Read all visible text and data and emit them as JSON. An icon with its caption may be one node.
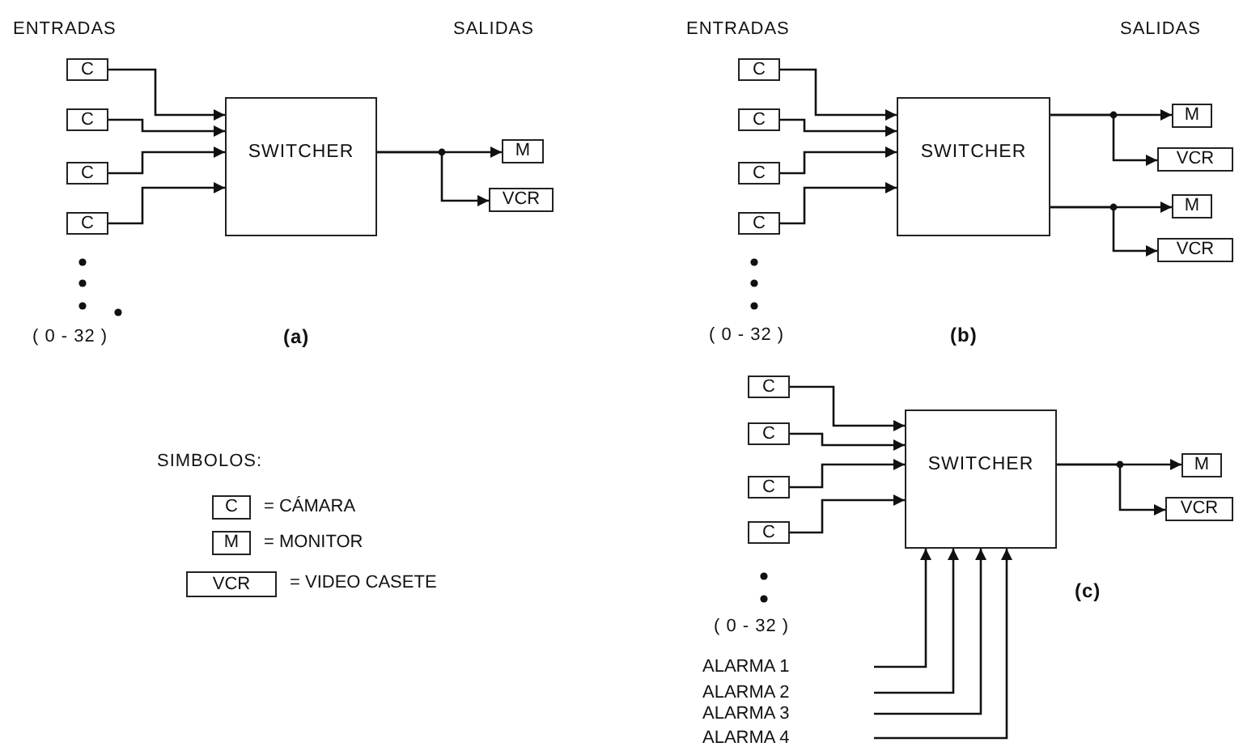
{
  "diagram": {
    "nodes": [
      {
        "text": [
          "C"
        ]
      },
      {
        "text": [
          "C"
        ]
      },
      {
        "text": [
          "C"
        ]
      },
      {
        "text": [
          "C"
        ]
      },
      {
        "text": [
          "SWITCHER"
        ]
      },
      {
        "text": [
          "M"
        ]
      },
      {
        "text": [
          "VCR"
        ]
      },
      {
        "text": [
          "C"
        ]
      },
      {
        "text": [
          "C"
        ]
      },
      {
        "text": [
          "C"
        ]
      },
      {
        "text": [
          "C"
        ]
      },
      {
        "text": [
          "SWITCHER"
        ]
      },
      {
        "text": [
          "M"
        ]
      },
      {
        "text": [
          "VCR"
        ]
      },
      {
        "text": [
          "M"
        ]
      },
      {
        "text": [
          "VCR"
        ]
      },
      {
        "text": [
          "C"
        ]
      },
      {
        "text": [
          "C"
        ]
      },
      {
        "text": [
          "C"
        ]
      },
      {
        "text": [
          "C"
        ]
      },
      {
        "text": [
          "SWITCHER"
        ]
      },
      {
        "text": [
          "M"
        ]
      },
      {
        "text": [
          "VCR"
        ]
      },
      {
        "text": [
          "ALARMA 1"
        ]
      },
      {
        "text": [
          "ALARMA 2"
        ]
      },
      {
        "text": [
          "ALARMA 3"
        ]
      },
      {
        "text": [
          "ALARMA 4"
        ]
      },
      {
        "text": [
          "C"
        ],
        "beside": [
          "= CÁMARA"
        ]
      },
      {
        "text": [
          "M"
        ],
        "beside": [
          "= MONITOR"
        ]
      },
      {
        "text": [
          "VCR"
        ],
        "beside": [
          "= VIDEO CASETE"
        ]
      }
    ],
    "edges": [
      {
        "from": 0,
        "to": 4,
        "arrow": "to"
      },
      {
        "from": 1,
        "to": 4,
        "arrow": "to"
      },
      {
        "from": 2,
        "to": 4,
        "arrow": "to"
      },
      {
        "from": 3,
        "to": 4,
        "arrow": "to"
      },
      {
        "from": 4,
        "to": 5,
        "arrow": "to"
      },
      {
        "from": 4,
        "to": 6,
        "arrow": "to"
      },
      {
        "from": 7,
        "to": 11,
        "arrow": "to"
      },
      {
        "from": 8,
        "to": 11,
        "arrow": "to"
      },
      {
        "from": 9,
        "to": 11,
        "arrow": "to"
      },
      {
        "from": 10,
        "to": 11,
        "arrow": "to"
      },
      {
        "from": 11,
        "to": 12,
        "arrow": "to"
      },
      {
        "from": 11,
        "to": 13,
        "arrow": "to"
      },
      {
        "from": 11,
        "to": 14,
        "arrow": "to"
      },
      {
        "from": 11,
        "to": 15,
        "arrow": "to"
      },
      {
        "from": 16,
        "to": 20,
        "arrow": "to"
      },
      {
        "from": 17,
        "to": 20,
        "arrow": "to"
      },
      {
        "from": 18,
        "to": 20,
        "arrow": "to"
      },
      {
        "from": 19,
        "to": 20,
        "arrow": "to"
      },
      {
        "from": 20,
        "to": 21,
        "arrow": "to"
      },
      {
        "from": 20,
        "to": 22,
        "arrow": "to"
      },
      {
        "from": 23,
        "to": 20,
        "arrow": "to"
      },
      {
        "from": 24,
        "to": 20,
        "arrow": "to"
      },
      {
        "from": 25,
        "to": 20,
        "arrow": "to"
      },
      {
        "from": 26,
        "to": 20,
        "arrow": "to"
      }
    ],
    "labels": [
      "ENTRADAS",
      "SALIDAS",
      "( 0 - 32 )",
      "(a)",
      "ENTRADAS",
      "SALIDAS",
      "( 0 - 32 )",
      "(b)",
      "( 0 - 32 )",
      "(c)",
      "SIMBOLOS:"
    ]
  }
}
